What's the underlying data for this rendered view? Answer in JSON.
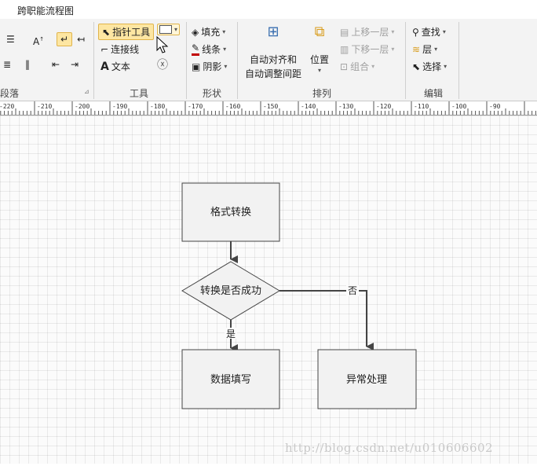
{
  "app": {
    "tab_title": "跨职能流程图"
  },
  "ribbon": {
    "paragraph": {
      "label": "段落",
      "indent_icon": "indent-icon",
      "align_icon": "align-icon"
    },
    "tools": {
      "label": "工具",
      "pointer_tool": "指针工具",
      "connector": "连接线",
      "text": "文本"
    },
    "shape": {
      "label": "形状",
      "fill": "填充",
      "line": "线条",
      "shadow": "阴影"
    },
    "arrange": {
      "label": "排列",
      "auto_align_line1": "自动对齐和",
      "auto_align_line2": "自动调整间距",
      "position": "位置",
      "bring_forward": "上移一层",
      "send_backward": "下移一层",
      "group": "组合"
    },
    "edit": {
      "label": "编辑",
      "find": "查找",
      "layer": "层",
      "select": "选择"
    }
  },
  "ruler": {
    "ticks": [
      "-220",
      "-210",
      "-200",
      "-190",
      "-180",
      "-170",
      "-160",
      "-150",
      "-140",
      "-130",
      "-120",
      "-110",
      "-100",
      "-90"
    ]
  },
  "diagram": {
    "nodes": {
      "format_convert": "格式转换",
      "decision": "转换是否成功",
      "data_fill": "数据填写",
      "exception": "异常处理"
    },
    "edges": {
      "yes": "是",
      "no": "否"
    }
  },
  "watermark": "http://blog.csdn.net/u010606602",
  "colors": {
    "highlight": "#fde6a2",
    "line": "#444444"
  }
}
